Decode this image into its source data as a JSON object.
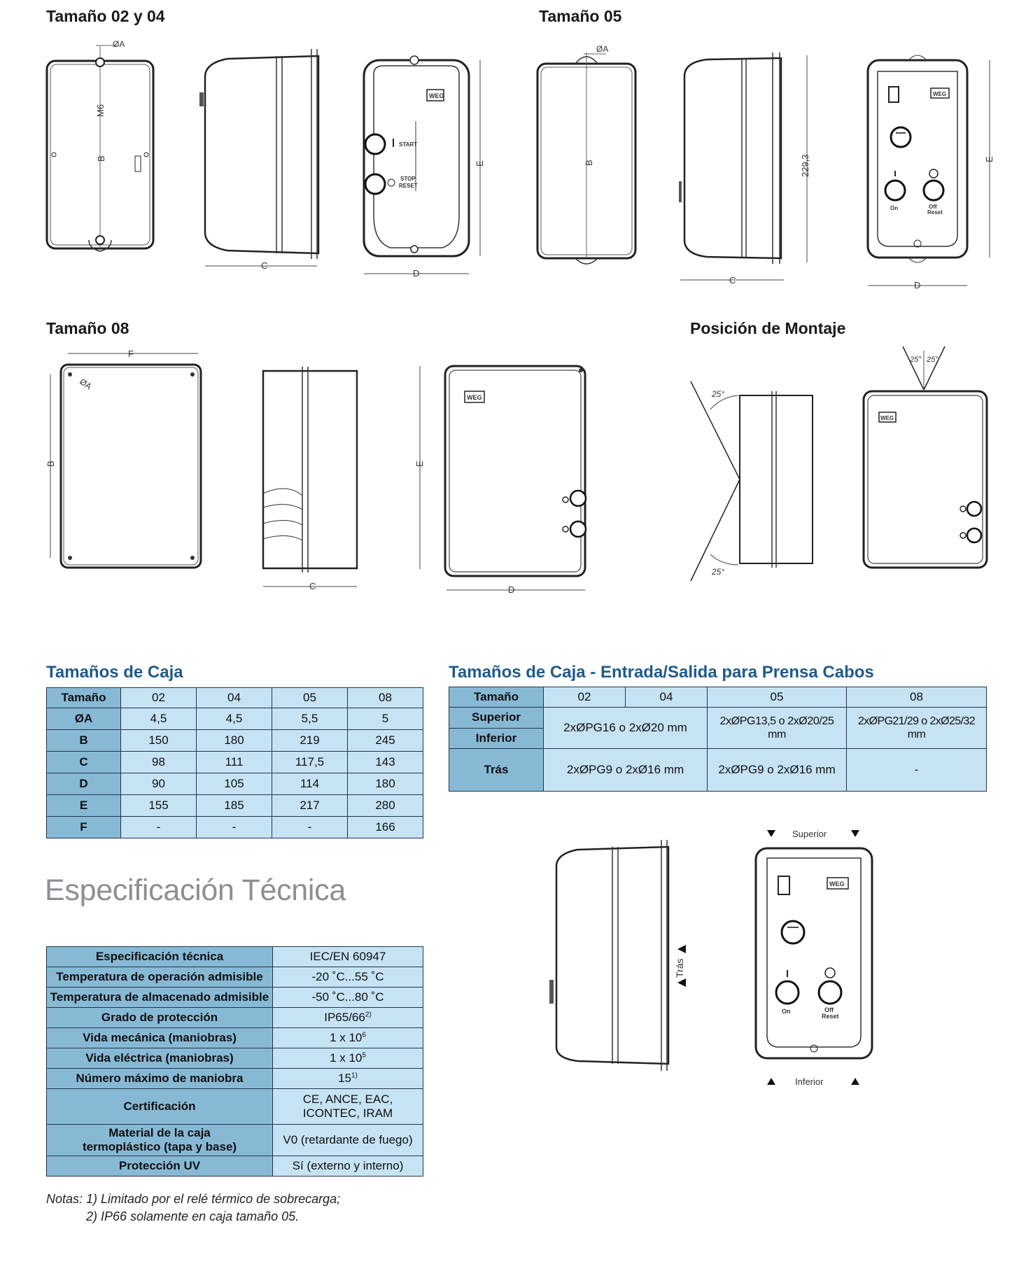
{
  "headings": {
    "size_02_04": "Tamaño 02 y 04",
    "size_05": "Tamaño 05",
    "size_08": "Tamaño 08",
    "mounting": "Posición de Montaje",
    "box_sizes": "Tamaños de Caja",
    "box_entry": "Tamaños de Caja - Entrada/Salida para Prensa Cabos",
    "tech_spec": "Especificación Técnica"
  },
  "drawing_labels": {
    "dia_a": "ØA",
    "m6": "M6",
    "b": "B",
    "c": "C",
    "d": "D",
    "e": "E",
    "f": "F",
    "dim_229": "229,3",
    "start": "START",
    "stop": "STOP",
    "reset": "RESET",
    "on": "On",
    "off": "Off",
    "off_reset": "Reset",
    "angle": "25°",
    "superior": "Superior",
    "inferior": "Inferior",
    "tras": "Trás",
    "logo": "WEG"
  },
  "box_sizes_table": {
    "header": [
      "Tamaño",
      "02",
      "04",
      "05",
      "08"
    ],
    "rows": [
      [
        "ØA",
        "4,5",
        "4,5",
        "5,5",
        "5"
      ],
      [
        "B",
        "150",
        "180",
        "219",
        "245"
      ],
      [
        "C",
        "98",
        "111",
        "117,5",
        "143"
      ],
      [
        "D",
        "90",
        "105",
        "114",
        "180"
      ],
      [
        "E",
        "155",
        "185",
        "217",
        "280"
      ],
      [
        "F",
        "-",
        "-",
        "-",
        "166"
      ]
    ]
  },
  "entry_table": {
    "header": [
      "Tamaño",
      "02",
      "04",
      "05",
      "08"
    ],
    "row_superior": "Superior",
    "row_inferior": "Inferior",
    "row_tras": "Trás",
    "sup_inf_02_04": "2xØPG16 o 2xØ20 mm",
    "sup_inf_05": "2xØPG13,5 o 2xØ20/25 mm",
    "sup_inf_08": "2xØPG21/29 o 2xØ25/32 mm",
    "tras_02_04": "2xØPG9 o 2xØ16 mm",
    "tras_05": "2xØPG9 o 2xØ16 mm",
    "tras_08": "-"
  },
  "spec_table": {
    "rows": [
      {
        "label": "Especificación técnica",
        "value": "IEC/EN 60947"
      },
      {
        "label": "Temperatura de operación admisible",
        "value": "-20 ˚C...55 ˚C"
      },
      {
        "label": "Temperatura de almacenado admisible",
        "value": "-50 ˚C...80 ˚C"
      },
      {
        "label": "Grado de protección",
        "value": "IP65/66",
        "sup": "2)"
      },
      {
        "label": "Vida mecánica (maniobras)",
        "value": "1 x 10",
        "sup": "6"
      },
      {
        "label": "Vida eléctrica (maniobras)",
        "value": "1 x 10",
        "sup": "5"
      },
      {
        "label": "Número máximo de maniobra",
        "value": "15",
        "sup": "1)"
      },
      {
        "label": "Certificación",
        "value": "CE, ANCE, EAC, ICONTEC, IRAM"
      },
      {
        "label": "Material de la caja termoplástico (tapa y base)",
        "value": "V0 (retardante de fuego)"
      },
      {
        "label": "Protección UV",
        "value": "Sí (externo y interno)"
      }
    ]
  },
  "notes": {
    "line1": "Notas: 1) Limitado por el relé térmico de sobrecarga;",
    "line2": "2) IP66 solamente en caja tamaño 05."
  }
}
